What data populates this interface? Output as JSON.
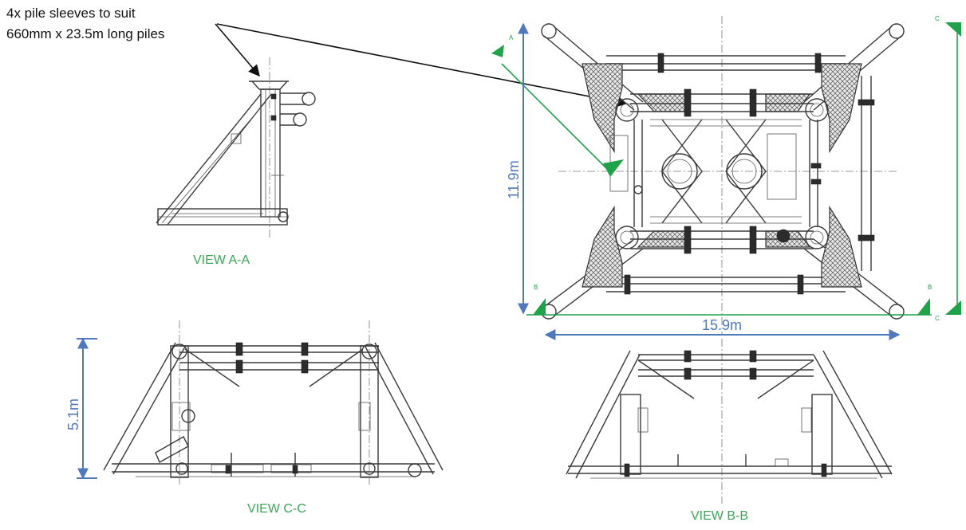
{
  "callout": {
    "line1": "4x pile sleeves to suit",
    "line2": "660mm x 23.5m long piles"
  },
  "views": {
    "a": "VIEW A-A",
    "c": "VIEW C-C",
    "b": "VIEW B-B"
  },
  "dimensions": {
    "height_plan": "11.9m",
    "width_plan": "15.9m",
    "height_elev": "5.1m"
  },
  "section_marks": {
    "a": "A",
    "b": "B",
    "c": "C"
  },
  "colors": {
    "dimension": "#4f78bd",
    "section": "#1fa24a",
    "label": "#3aa655",
    "steel": "#3a3a3a"
  }
}
